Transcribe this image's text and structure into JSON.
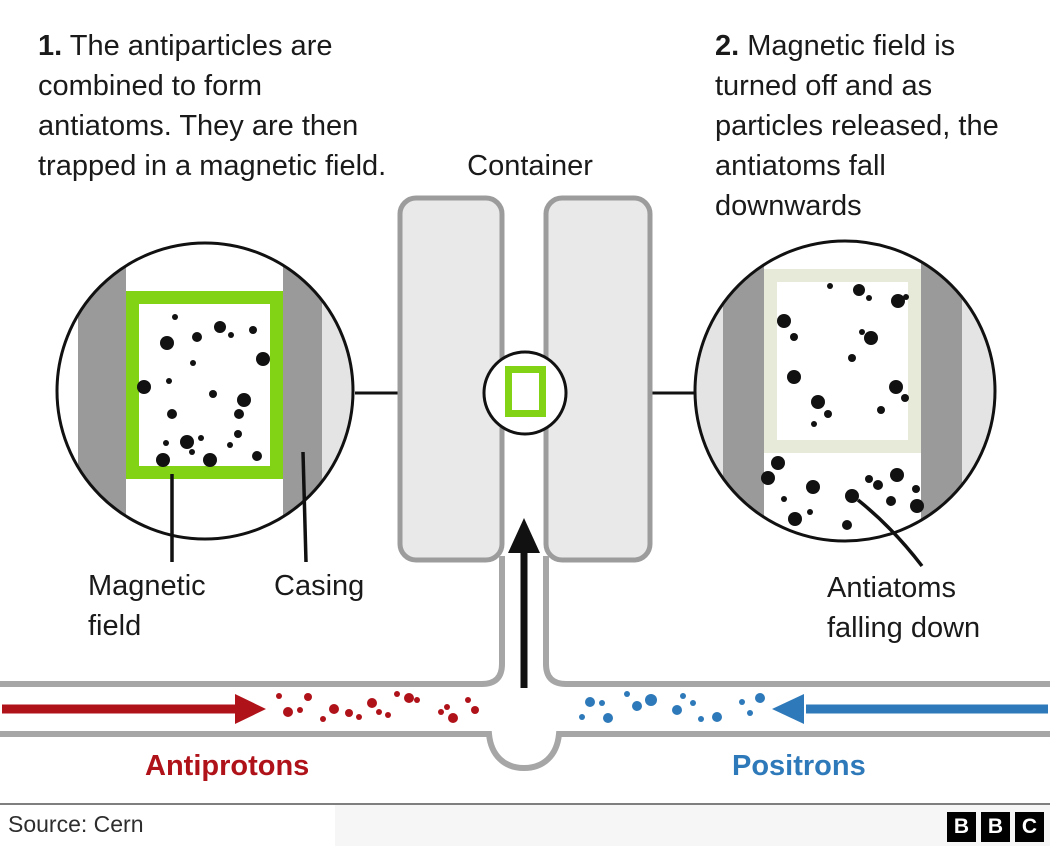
{
  "colors": {
    "lime": "#82d316",
    "pale_green": "#e7ead8",
    "band_dark": "#9a9a9a",
    "band_light": "#e4e4e4",
    "container_fill": "#e9e9e9",
    "container_stroke": "#9c9c9c",
    "tube_stroke": "#a6a6a6",
    "antiproton_red": "#b0121a",
    "positron_blue": "#2e79b9",
    "particle_black": "#111111",
    "line_black": "#111111"
  },
  "steps": [
    {
      "number": "1.",
      "text": "The antiparticles are combined to form antiatoms. They are then trapped in a magnetic field."
    },
    {
      "number": "2.",
      "text": "Magnetic field is turned off and as particles released, the antiatoms fall downwards"
    }
  ],
  "labels": {
    "container": "Container",
    "magnetic_field": "Magnetic field",
    "casing": "Casing",
    "antiatoms_falling": "Antiatoms falling down",
    "antiprotons": "Antiprotons",
    "positrons": "Positrons"
  },
  "source": "Source: Cern",
  "logo": {
    "letters": [
      "B",
      "B",
      "C"
    ]
  },
  "particles": {
    "left_trap": [
      [
        175,
        317,
        3
      ],
      [
        220,
        327,
        6
      ],
      [
        231,
        335,
        3
      ],
      [
        253,
        330,
        4
      ],
      [
        197,
        337,
        5
      ],
      [
        167,
        343,
        7
      ],
      [
        193,
        363,
        3
      ],
      [
        263,
        359,
        7
      ],
      [
        144,
        387,
        7
      ],
      [
        169,
        381,
        3
      ],
      [
        213,
        394,
        4
      ],
      [
        244,
        400,
        7
      ],
      [
        239,
        414,
        5
      ],
      [
        172,
        414,
        5
      ],
      [
        238,
        434,
        4
      ],
      [
        230,
        445,
        3
      ],
      [
        187,
        442,
        7
      ],
      [
        201,
        438,
        3
      ],
      [
        192,
        452,
        3
      ],
      [
        257,
        456,
        5
      ],
      [
        163,
        460,
        7
      ],
      [
        210,
        460,
        7
      ],
      [
        166,
        443,
        3
      ]
    ],
    "right_trap": [
      [
        830,
        286,
        3
      ],
      [
        859,
        290,
        6
      ],
      [
        869,
        298,
        3
      ],
      [
        898,
        301,
        7
      ],
      [
        906,
        297,
        3
      ],
      [
        784,
        321,
        7
      ],
      [
        794,
        337,
        4
      ],
      [
        862,
        332,
        3
      ],
      [
        871,
        338,
        7
      ],
      [
        852,
        358,
        4
      ],
      [
        794,
        377,
        7
      ],
      [
        896,
        387,
        7
      ],
      [
        905,
        398,
        4
      ],
      [
        818,
        402,
        7
      ],
      [
        828,
        414,
        4
      ],
      [
        881,
        410,
        4
      ],
      [
        814,
        424,
        3
      ]
    ],
    "right_falling": [
      [
        778,
        463,
        7
      ],
      [
        768,
        478,
        7
      ],
      [
        813,
        487,
        7
      ],
      [
        869,
        479,
        4
      ],
      [
        878,
        485,
        5
      ],
      [
        897,
        475,
        7
      ],
      [
        784,
        499,
        3
      ],
      [
        852,
        496,
        7
      ],
      [
        891,
        501,
        5
      ],
      [
        917,
        506,
        7
      ],
      [
        795,
        519,
        7
      ],
      [
        810,
        512,
        3
      ],
      [
        847,
        525,
        5
      ],
      [
        916,
        489,
        4
      ]
    ],
    "antiprotons": [
      [
        279,
        696,
        3
      ],
      [
        288,
        712,
        5
      ],
      [
        300,
        710,
        3
      ],
      [
        308,
        697,
        4
      ],
      [
        323,
        719,
        3
      ],
      [
        334,
        709,
        5
      ],
      [
        349,
        713,
        4
      ],
      [
        359,
        717,
        3
      ],
      [
        372,
        703,
        5
      ],
      [
        379,
        712,
        3
      ],
      [
        388,
        715,
        3
      ],
      [
        397,
        694,
        3
      ],
      [
        409,
        698,
        5
      ],
      [
        417,
        700,
        3
      ],
      [
        441,
        712,
        3
      ],
      [
        447,
        707,
        3
      ],
      [
        453,
        718,
        5
      ],
      [
        468,
        700,
        3
      ],
      [
        475,
        710,
        4
      ]
    ],
    "positrons": [
      [
        590,
        702,
        5
      ],
      [
        602,
        703,
        3
      ],
      [
        608,
        718,
        5
      ],
      [
        582,
        717,
        3
      ],
      [
        627,
        694,
        3
      ],
      [
        637,
        706,
        5
      ],
      [
        651,
        700,
        6
      ],
      [
        677,
        710,
        5
      ],
      [
        683,
        696,
        3
      ],
      [
        693,
        703,
        3
      ],
      [
        701,
        719,
        3
      ],
      [
        717,
        717,
        5
      ],
      [
        742,
        702,
        3
      ],
      [
        750,
        713,
        3
      ],
      [
        760,
        698,
        5
      ]
    ]
  }
}
